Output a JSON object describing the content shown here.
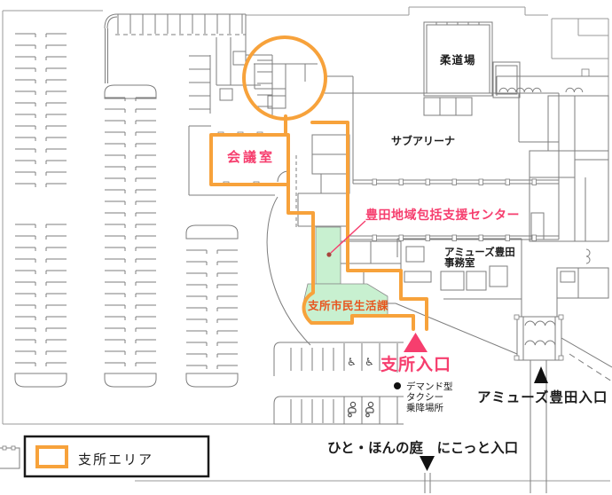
{
  "map": {
    "rooms": {
      "judo_hall": "柔道場",
      "sub_arena": "サブアリーナ",
      "meeting_room": "会議室",
      "office_line1": "アミューズ豊田",
      "office_line2": "事務室"
    },
    "branch": {
      "support_center": "豊田地域包括支援センター",
      "civic_life_division": "支所市民生活課",
      "branch_entrance": "支所入口"
    },
    "entrances": {
      "amuse_entrance": "アミューズ豊田入口",
      "nikotto_entrance": "ひと・ほんの庭　にこっと入口"
    },
    "taxi_note": {
      "bullet": "●",
      "line1": "デマンド型",
      "line2": "タクシー",
      "line3": "乗降場所"
    },
    "legend": {
      "label": "支所エリア"
    },
    "icons": {
      "wheelchair": "♿"
    },
    "colors": {
      "area_outline": "#F7A23B",
      "highlight_green": "#C8F0D0",
      "label_pink": "#F63E6E",
      "label_orange_red": "#E8551E",
      "wall_gray": "#7d7d7d"
    }
  }
}
